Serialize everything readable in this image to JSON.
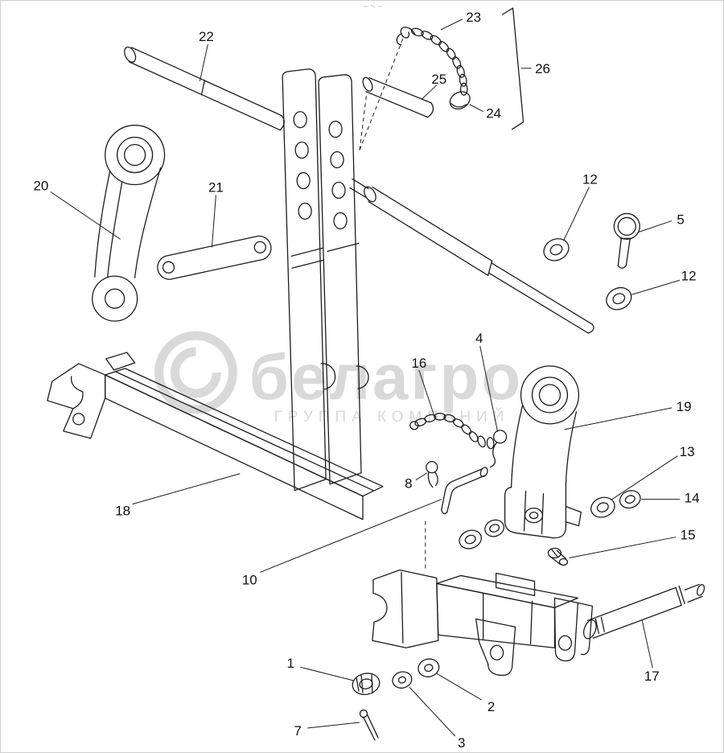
{
  "watermark": {
    "brand": "белагро",
    "subtitle": "ГРУППА КОМПАНИЙ",
    "color": "#d9d9d9"
  },
  "colors": {
    "line": "#1c1c1c",
    "background": "#ffffff",
    "border": "#cfcfcf"
  },
  "callouts": {
    "c1": "1",
    "c2": "2",
    "c3": "3",
    "c4": "4",
    "c5": "5",
    "c7": "7",
    "c8": "8",
    "c10": "10",
    "c12a": "12",
    "c12b": "12",
    "c13": "13",
    "c14": "14",
    "c15": "15",
    "c16": "16",
    "c17": "17",
    "c18": "18",
    "c19": "19",
    "c20": "20",
    "c21": "21",
    "c22": "22",
    "c23": "23",
    "c24": "24",
    "c25": "25",
    "c26": "26"
  }
}
